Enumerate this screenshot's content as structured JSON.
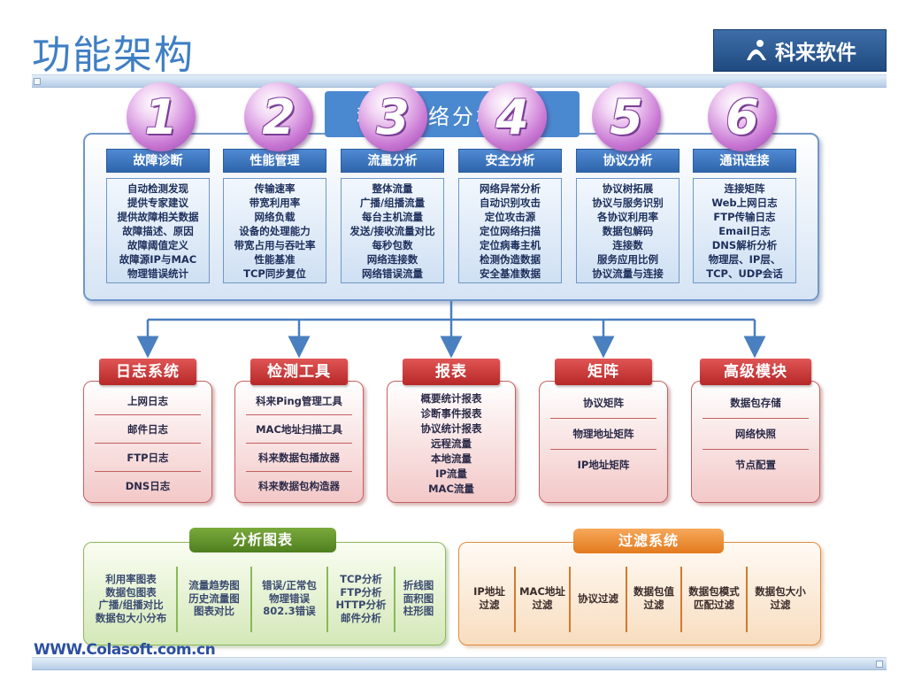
{
  "page": {
    "title": "功能架构",
    "logo_text": "科来软件",
    "footer_url": "WWW.Colasoft.com.cn"
  },
  "top_panel": {
    "title": "科来网络分析系统",
    "modules": [
      {
        "number": "1",
        "header": "故障诊断",
        "items": [
          "自动检测发现",
          "提供专家建议",
          "提供故障相关数据",
          "故障描述、原因",
          "故障阈值定义",
          "故障源IP与MAC",
          "物理错误统计"
        ]
      },
      {
        "number": "2",
        "header": "性能管理",
        "items": [
          "传输速率",
          "带宽利用率",
          "网络负载",
          "设备的处理能力",
          "带宽占用与吞吐率",
          "性能基准",
          "TCP同步复位"
        ]
      },
      {
        "number": "3",
        "header": "流量分析",
        "items": [
          "整体流量",
          "广播/组播流量",
          "每台主机流量",
          "发送/接收流量对比",
          "每秒包数",
          "网络连接数",
          "网络错误流量"
        ]
      },
      {
        "number": "4",
        "header": "安全分析",
        "items": [
          "网络异常分析",
          "自动识别攻击",
          "定位攻击源",
          "定位网络扫描",
          "定位病毒主机",
          "检测伪造数据",
          "安全基准数据"
        ]
      },
      {
        "number": "5",
        "header": "协议分析",
        "items": [
          "协议树拓展",
          "协议与服务识别",
          "各协议利用率",
          "数据包解码",
          "连接数",
          "服务应用比例",
          "协议流量与连接"
        ]
      },
      {
        "number": "6",
        "header": "通讯连接",
        "items": [
          "连接矩阵",
          "Web上网日志",
          "FTP传输日志",
          "Email日志",
          "DNS解析分析",
          "物理层、IP层、",
          "TCP、UDP会话"
        ]
      }
    ]
  },
  "red_modules": [
    {
      "header": "日志系统",
      "items": [
        "上网日志",
        "邮件日志",
        "FTP日志",
        "DNS日志"
      ]
    },
    {
      "header": "检测工具",
      "items": [
        "科来Ping管理工具",
        "MAC地址扫描工具",
        "科来数据包播放器",
        "科来数据包构造器"
      ]
    },
    {
      "header": "报表",
      "items": [
        "概要统计报表",
        "诊断事件报表",
        "协议统计报表",
        "远程流量",
        "本地流量",
        "IP流量",
        "MAC流量"
      ]
    },
    {
      "header": "矩阵",
      "items": [
        "协议矩阵",
        "物理地址矩阵",
        "IP地址矩阵"
      ]
    },
    {
      "header": "高级模块",
      "items": [
        "数据包存储",
        "网络快照",
        "节点配置"
      ]
    }
  ],
  "analysis_charts": {
    "header": "分析图表",
    "columns": [
      [
        "利用率图表",
        "数据包图表",
        "广播/组播对比",
        "数据包大小分布"
      ],
      [
        "流量趋势图",
        "历史流量图",
        "图表对比"
      ],
      [
        "错误/正常包",
        "物理错误",
        "802.3错误"
      ],
      [
        "TCP分析",
        "FTP分析",
        "HTTP分析",
        "邮件分析"
      ],
      [
        "折线图",
        "面积图",
        "柱形图"
      ]
    ]
  },
  "filter_system": {
    "header": "过滤系统",
    "columns": [
      [
        "IP地址",
        "过滤"
      ],
      [
        "MAC地址",
        "过滤"
      ],
      [
        "协议过滤"
      ],
      [
        "数据包值",
        "过滤"
      ],
      [
        "数据包模式",
        "匹配过滤"
      ],
      [
        "数据包大小",
        "过滤"
      ]
    ]
  },
  "colors": {
    "title_blue": "#3f7fc4",
    "module_blue": "#2f65ad",
    "red_accent": "#b72828",
    "green_accent": "#4f7f1e",
    "orange_accent": "#e37a1e",
    "ball_purple": "#c978d4"
  }
}
